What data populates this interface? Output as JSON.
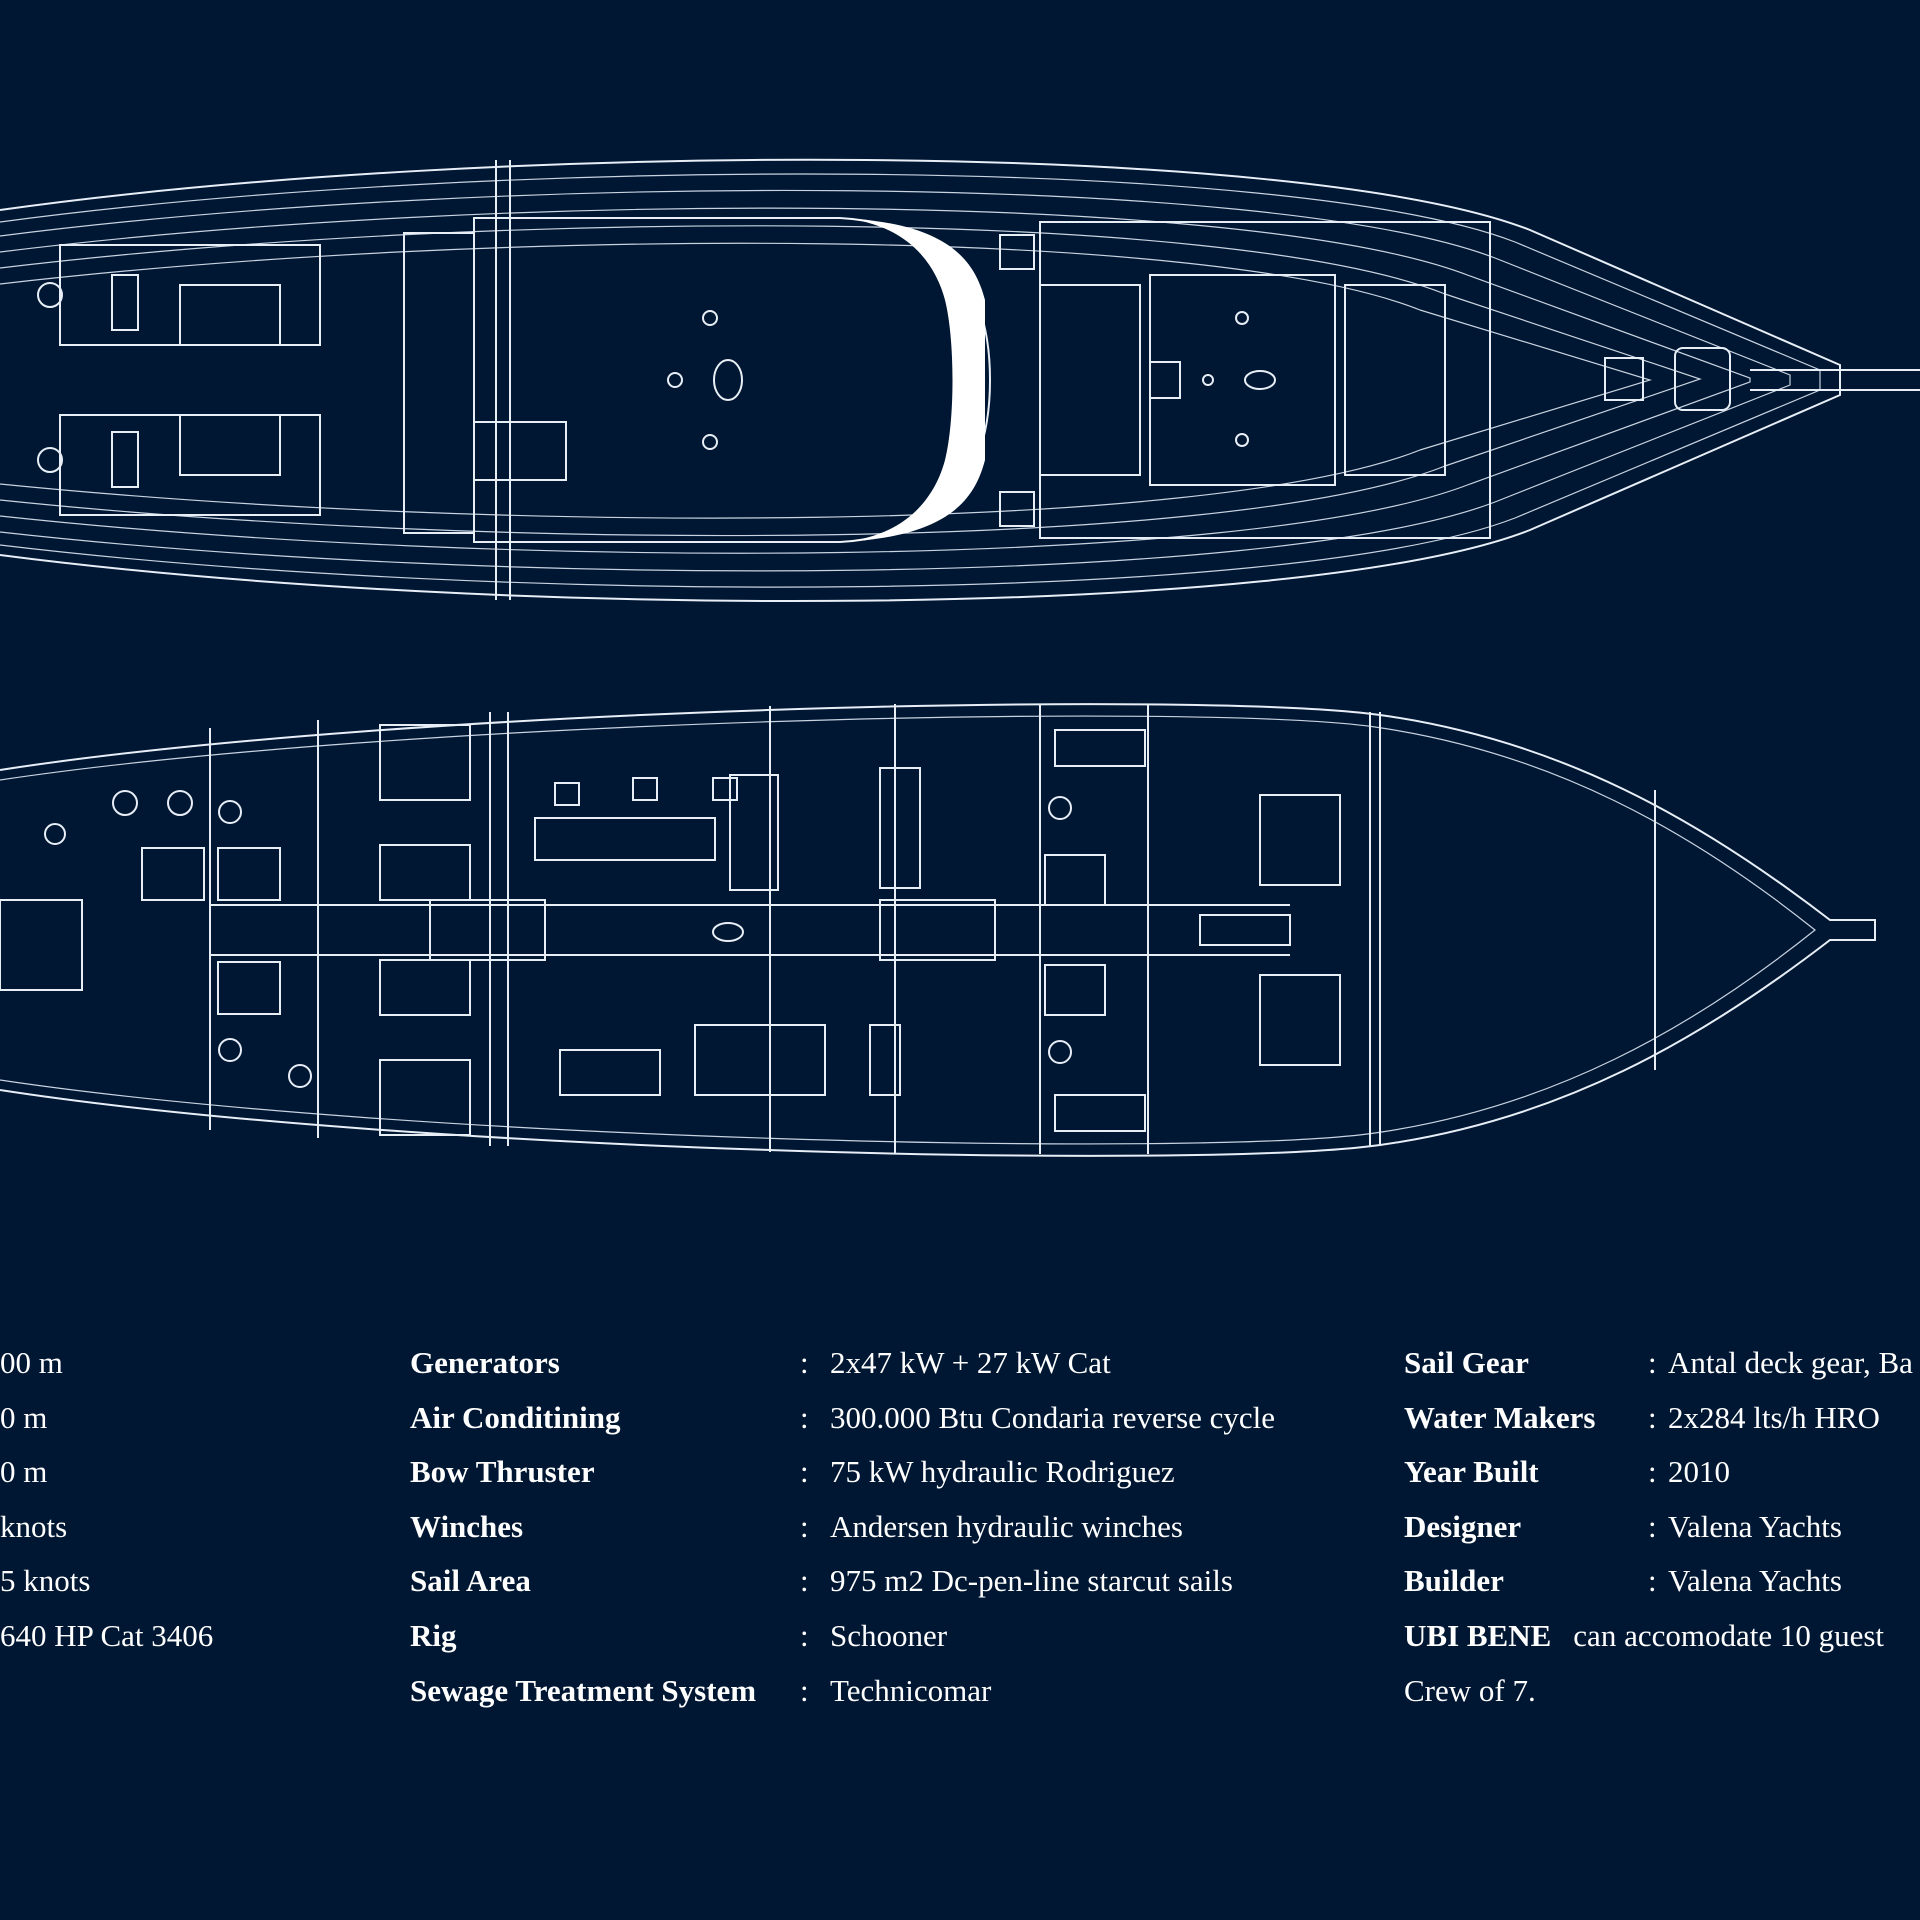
{
  "specs_left_partial": [
    {
      "value": "00 m"
    },
    {
      "value": "0 m"
    },
    {
      "value": "0 m"
    },
    {
      "value": "knots"
    },
    {
      "value": "5 knots"
    },
    {
      "value": "640 HP Cat 3406"
    }
  ],
  "specs_middle": [
    {
      "label": "Generators",
      "value": "2x47 kW + 27 kW Cat"
    },
    {
      "label": "Air Conditining",
      "value": "300.000 Btu Condaria reverse cycle"
    },
    {
      "label": "Bow Thruster",
      "value": "75 kW hydraulic Rodriguez"
    },
    {
      "label": "Winches",
      "value": "Andersen hydraulic winches"
    },
    {
      "label": "Sail Area",
      "value": "975 m2 Dc-pen-line starcut sails"
    },
    {
      "label": "Rig",
      "value": "Schooner"
    },
    {
      "label": "Sewage Treatment System",
      "value": "Technicomar"
    }
  ],
  "specs_right": [
    {
      "label": "Sail Gear",
      "value": "Antal deck gear, Ba"
    },
    {
      "label": "Water Makers",
      "value": "2x284 lts/h  HRO"
    },
    {
      "label": "Year Built",
      "value": "2010"
    },
    {
      "label": "Designer",
      "value": "Valena Yachts"
    },
    {
      "label": "Builder",
      "value": "Valena Yachts"
    }
  ],
  "capacity_note": {
    "name": "UBI BENE",
    "text": "can accomodate 10 guest",
    "crew": "Crew of  7."
  },
  "separator": ":",
  "colors": {
    "background": "#001733",
    "lines": "#e8eef6",
    "text": "#ffffff"
  }
}
